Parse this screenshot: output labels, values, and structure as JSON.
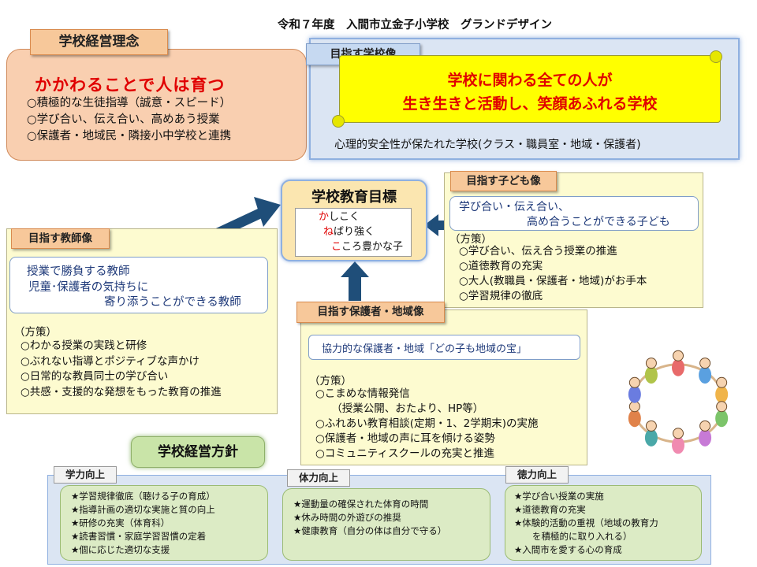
{
  "header": {
    "title": "令和７年度　入間市立金子小学校　グランドデザイン"
  },
  "philosophy": {
    "tag": "学校経営理念",
    "headline": "かかわることで人は育つ",
    "items": [
      "○積極的な生徒指導（誠意・スピード）",
      "○学び合い、伝え合い、高めあう授業",
      "○保護者・地域民・隣接小中学校と連携"
    ]
  },
  "school_vision": {
    "tag": "目指す学校像",
    "line1": "学校に関わる全ての人が",
    "line2": "生き生きと活動し、笑顔あふれる学校",
    "subtitle": "心理的安全性が保たれた学校(クラス・職員室・地域・保護者)"
  },
  "goal": {
    "title": "学校教育目標",
    "items": [
      {
        "head": "か",
        "rest": "しこく"
      },
      {
        "head": "ね",
        "rest": "ばり強く"
      },
      {
        "head": "こ",
        "rest": "ころ豊かな子"
      }
    ]
  },
  "child_vision": {
    "tag": "目指す子ども像",
    "line1": "学び合い・伝え合い、",
    "line2": "高め合うことができる子ども",
    "policy_label": "（方策）",
    "items": [
      "○学び合い、伝え合う授業の推進",
      "○道徳教育の充実",
      "○大人(教職員・保護者・地域)がお手本",
      "○学習規律の徹底"
    ]
  },
  "teacher_vision": {
    "tag": "目指す教師像",
    "line1": "授業で勝負する教師",
    "line2": "児童･保護者の気持ちに",
    "line3": "寄り添うことができる教師",
    "policy_label": "（方策）",
    "items": [
      "○わかる授業の実践と研修",
      "○ぶれない指導とポジティブな声かけ",
      "○日常的な教員同士の学び合い",
      "○共感・支援的な発想をもった教育の推進"
    ]
  },
  "community_vision": {
    "tag": "目指す保護者・地域像",
    "slogan": "協力的な保護者・地域「どの子も地域の宝」",
    "policy_label": "（方策）",
    "items": [
      "○こまめな情報発信",
      "　　（授業公開、おたより、HP等）",
      "○ふれあい教育相談(定期・1、2学期末)の実施",
      "○保護者・地域の声に耳を傾ける姿勢",
      "○コミュニティスクールの充実と推進"
    ]
  },
  "policy": {
    "tag": "学校経営方針",
    "columns": [
      {
        "label": "学力向上",
        "items": [
          "★学習規律徹底（聴ける子の育成）",
          "★指導計画の適切な実施と質の向上",
          "★研修の充実（体育科）",
          "★読書習慣・家庭学習習慣の定着",
          "★個に応じた適切な支援"
        ]
      },
      {
        "label": "体力向上",
        "items": [
          "★運動量の確保された体育の時間",
          "★休み時間の外遊びの推奨",
          "★健康教育（自分の体は自分で守る）"
        ]
      },
      {
        "label": "徳力向上",
        "items": [
          "★学び合い授業の実施",
          "★道徳教育の充実",
          "★体験的活動の重視（地域の教育力",
          "　　を積極的に取り入れる）",
          "★入間市を愛する心の育成"
        ]
      }
    ]
  },
  "colors": {
    "red_text": "#e00000",
    "banner_yellow": "#ffff00",
    "navy_text": "#1f3a7a",
    "arrow_blue": "#1f4e79"
  },
  "illustration": {
    "icon": "children-circle-icon"
  }
}
